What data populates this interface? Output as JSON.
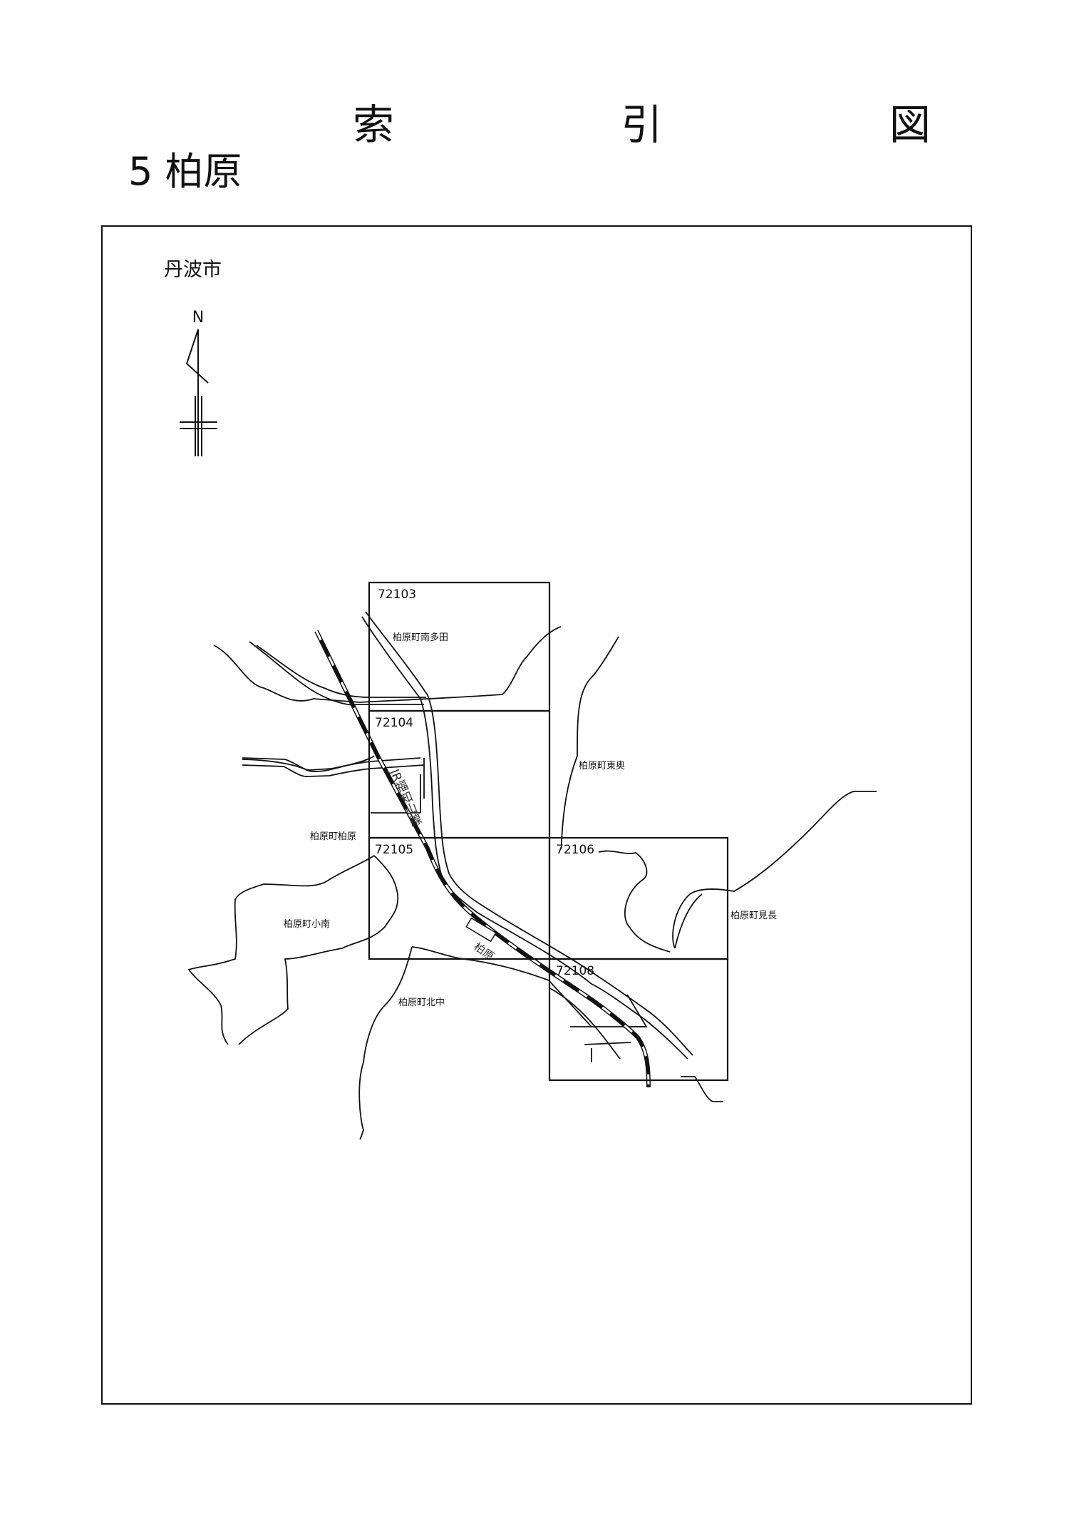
{
  "header": {
    "title": "索 引 図",
    "subtitle": "5 柏原"
  },
  "map": {
    "city": "丹波市",
    "north_label": "N",
    "tiles": [
      "72103",
      "72104",
      "72105",
      "72106",
      "72108"
    ],
    "areas": [
      "柏原町南多田",
      "柏原町東奥",
      "柏原町柏原",
      "柏原町小南",
      "柏原町見長",
      "柏原町北中"
    ],
    "railway_label": "JR福知山線",
    "station_label": "柏原"
  }
}
